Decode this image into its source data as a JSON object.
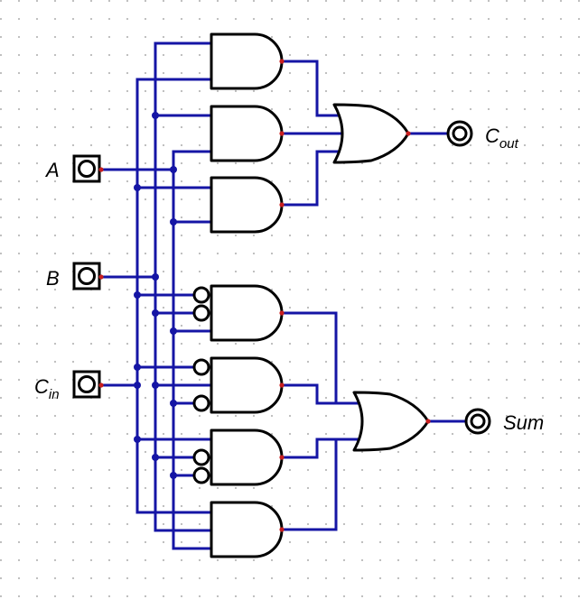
{
  "circuit": {
    "inputs": [
      {
        "id": "a",
        "label": "A",
        "sub": ""
      },
      {
        "id": "b",
        "label": "B",
        "sub": ""
      },
      {
        "id": "cin",
        "label": "C",
        "sub": "in"
      }
    ],
    "outputs": [
      {
        "id": "cout",
        "label": "C",
        "sub": "out"
      },
      {
        "id": "sum",
        "label": "Sum",
        "sub": ""
      }
    ],
    "gates": [
      {
        "id": "and-1",
        "type": "AND"
      },
      {
        "id": "and-2",
        "type": "AND"
      },
      {
        "id": "and-3",
        "type": "AND"
      },
      {
        "id": "or-carry",
        "type": "OR"
      },
      {
        "id": "and-4",
        "type": "AND",
        "inverted_inputs": 2
      },
      {
        "id": "and-5",
        "type": "AND",
        "inverted_inputs": 2
      },
      {
        "id": "and-6",
        "type": "AND",
        "inverted_inputs": 2
      },
      {
        "id": "and-7",
        "type": "AND"
      },
      {
        "id": "or-sum",
        "type": "OR"
      }
    ],
    "colors": {
      "wire": "#1515a5",
      "pin": "#c81e1e",
      "grid": "#b9b9b9"
    }
  }
}
